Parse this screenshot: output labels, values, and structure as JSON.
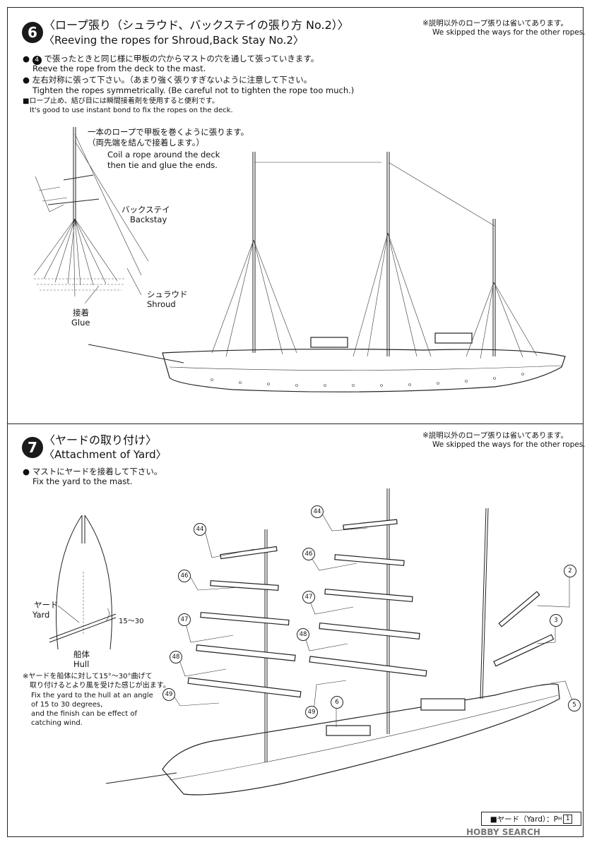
{
  "step6": {
    "number": "6",
    "title_jp": "〈ロープ張り（シュラウド、バックステイの張り方 No.2）〉",
    "title_en": "〈Reeving the ropes for Shroud,Back Stay No.2〉",
    "note_jp": "※説明以外のロープ張りは省いてあります。",
    "note_en": "We skipped the ways for the other ropes.",
    "inst1_jp": "で張ったときと同じ様に甲板の穴からマストの穴を通して張っていきます。",
    "inst1_ref": "4",
    "inst1_en": "Reeve the rope from the deck to the mast.",
    "inst2_jp": "左右対称に張って下さい。（あまり強く張りすぎないように注意して下さい。",
    "inst2_en": "Tighten the ropes symmetrically. (Be careful not to tighten the rope too much.)",
    "tip_jp": "■ロープ止め、結び目には瞬間接着剤を使用すると便利です。",
    "tip_en": "It's good to use instant bond to fix the ropes on the deck.",
    "coil_jp1": "一本のロープで甲板を巻くように張ります。",
    "coil_jp2": "（両先端を結んで接着します。）",
    "coil_en1": "Coil a rope around the deck",
    "coil_en2": "then tie and glue the ends.",
    "backstay_jp": "バックステイ",
    "backstay_en": "Backstay",
    "shroud_jp": "シュラウド",
    "shroud_en": "Shroud",
    "glue_jp": "接着",
    "glue_en": "Glue"
  },
  "step7": {
    "number": "7",
    "title_jp": "〈ヤードの取り付け〉",
    "title_en": "〈Attachment of Yard〉",
    "note_jp": "※説明以外のロープ張りは省いてあります。",
    "note_en": "We skipped the ways for the other ropes.",
    "inst_jp": "マストにヤードを接着して下さい。",
    "inst_en": "Fix the yard to the mast.",
    "yard_jp": "ヤード",
    "yard_en": "Yard",
    "angle": "15～30",
    "hull_jp": "船体",
    "hull_en": "Hull",
    "angle_note_jp1": "※ヤードを船体に対して15°～30°曲げて",
    "angle_note_jp2": "取り付けるとより風を受けた感じが出ます。",
    "angle_note_en1": "Fix the yard to the hull at an angle",
    "angle_note_en2": "of 15 to 30 degrees,",
    "angle_note_en3": "and the finish can be effect of",
    "angle_note_en4": "catching wind.",
    "callouts": {
      "left44": "44",
      "left46": "46",
      "left47": "47",
      "left48": "48",
      "left49": "49",
      "mid44": "44",
      "mid46": "46",
      "mid47": "47",
      "mid48": "48",
      "mid49": "49",
      "p2": "2",
      "p3": "3",
      "p5": "5",
      "p6": "6"
    }
  },
  "footer": {
    "label": "■ヤード（Yard）：P",
    "subscript": "H",
    "box": "1"
  },
  "watermark": "HOBBY SEARCH"
}
